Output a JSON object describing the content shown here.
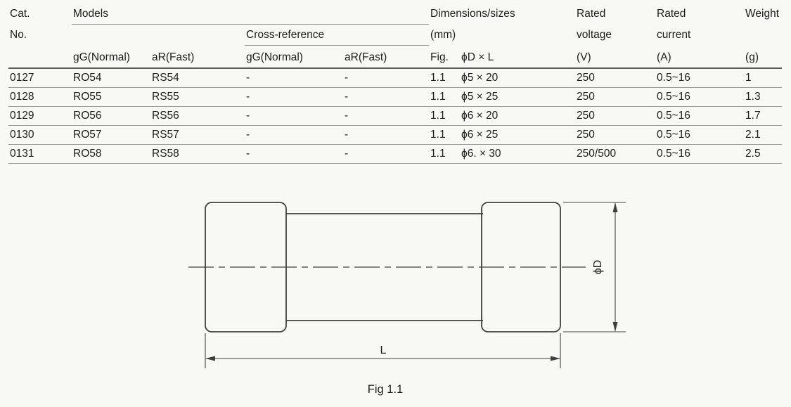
{
  "colors": {
    "background": "#f8f8f5",
    "text": "#1c1c1c",
    "row_line": "#9c9c9c",
    "header_line": "#5a5a5a",
    "drawing_stroke": "#3f3f3f"
  },
  "table": {
    "header": {
      "cat_line1": "Cat.",
      "cat_line2": "No.",
      "models": "Models",
      "cross_reference": "Cross-reference",
      "dimensions_line1": "Dimensions/sizes",
      "dimensions_line2": "(mm)",
      "rated_voltage_line1": "Rated",
      "rated_voltage_line2": "voltage",
      "rated_voltage_line3": "(V)",
      "rated_current_line1": "Rated",
      "rated_current_line2": "current",
      "rated_current_line3": "(A)",
      "weight_line1": "Weight",
      "weight_line3": "(g)",
      "subheaders": {
        "models_gg": "gG(Normal)",
        "models_ar": "aR(Fast)",
        "cross_gg": "gG(Normal)",
        "cross_ar": "aR(Fast)",
        "fig": "Fig.",
        "d_x_l": "ϕD × L"
      }
    },
    "rows": [
      [
        "0127",
        "RO54",
        "RS54",
        "-",
        "-",
        "1.1",
        "ϕ5 × 20",
        "250",
        "0.5~16",
        "1"
      ],
      [
        "0128",
        "RO55",
        "RS55",
        "-",
        "-",
        "1.1",
        "ϕ5 × 25",
        "250",
        "0.5~16",
        "1.3"
      ],
      [
        "0129",
        "RO56",
        "RS56",
        "-",
        "-",
        "1.1",
        "ϕ6 × 20",
        "250",
        "0.5~16",
        "1.7"
      ],
      [
        "0130",
        "RO57",
        "RS57",
        "-",
        "-",
        "1.1",
        "ϕ6 × 25",
        "250",
        "0.5~16",
        "2.1"
      ],
      [
        "0131",
        "RO58",
        "RS58",
        "-",
        "-",
        "1.1",
        "ϕ6. × 30",
        "250/500",
        "0.5~16",
        "2.5"
      ]
    ]
  },
  "figure": {
    "diameter_label": "ϕD",
    "length_label": "L",
    "caption": "Fig 1.1"
  }
}
